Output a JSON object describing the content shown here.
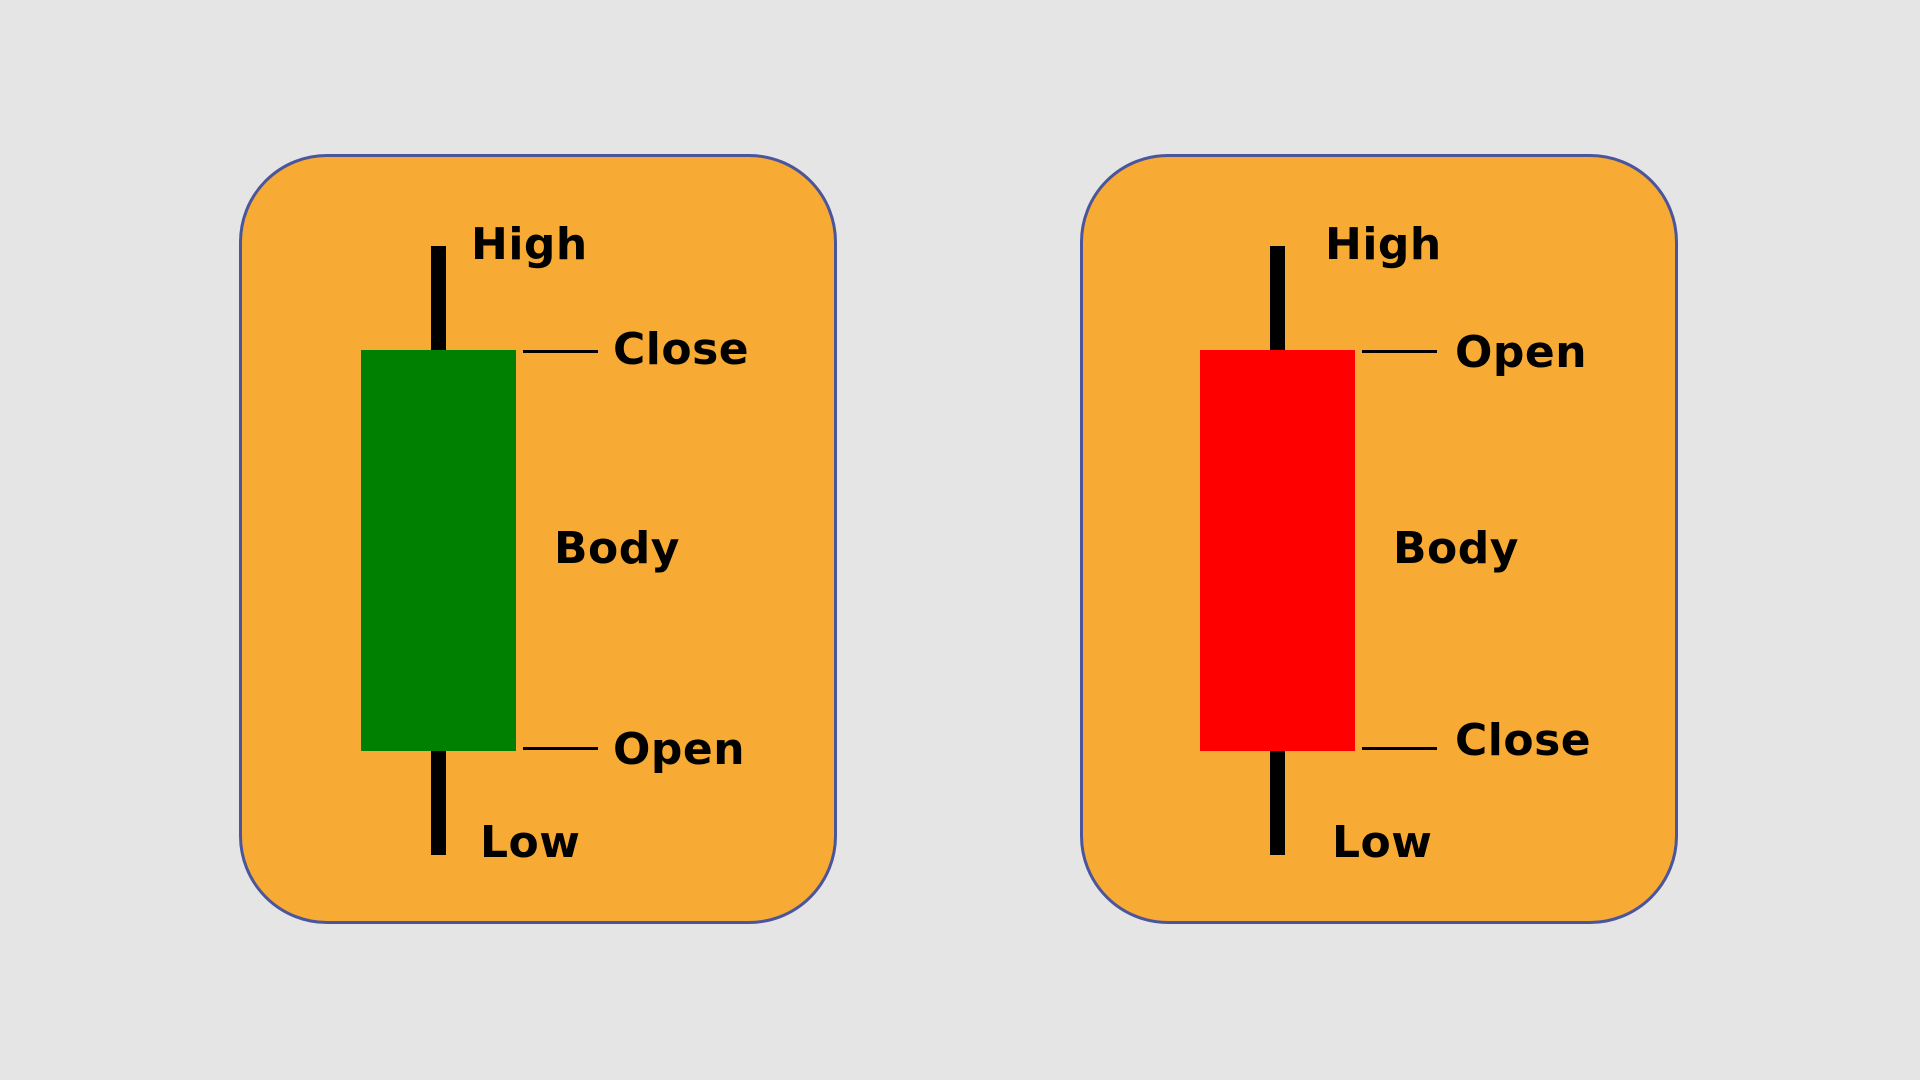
{
  "colors": {
    "background": "#e5e5e5",
    "card_fill": "#f7aa34",
    "card_border": "#4a559c",
    "bullish_body": "#008000",
    "bearish_body": "#ff0000",
    "wick": "#000000"
  },
  "bullish": {
    "high_label": "High",
    "top_label": "Close",
    "body_label": "Body",
    "bottom_label": "Open",
    "low_label": "Low"
  },
  "bearish": {
    "high_label": "High",
    "top_label": "Open",
    "body_label": "Body",
    "bottom_label": "Close",
    "low_label": "Low"
  }
}
